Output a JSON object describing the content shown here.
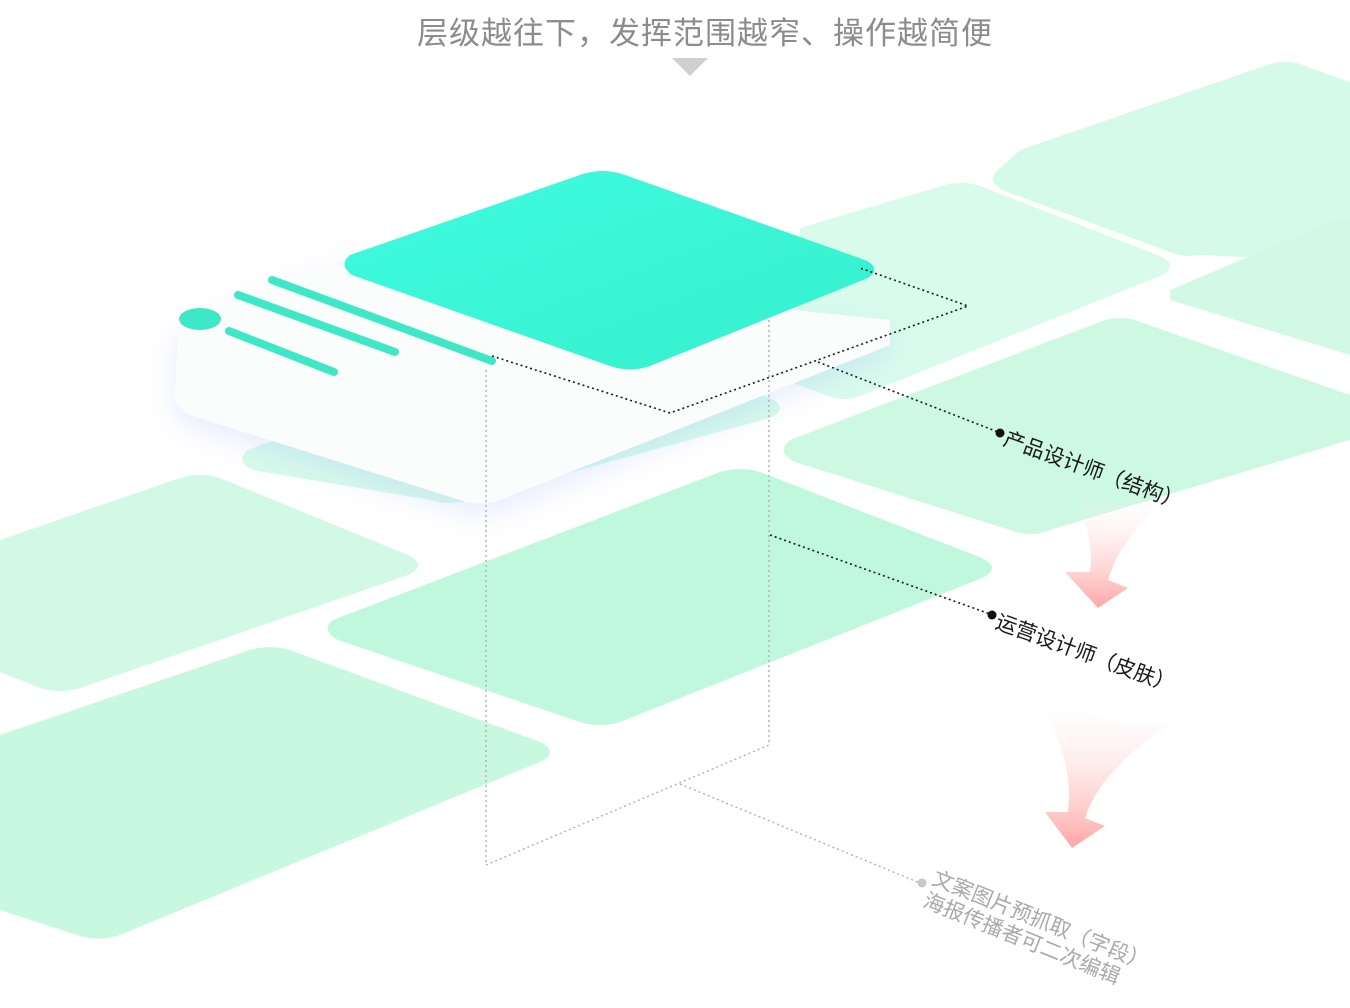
{
  "header": {
    "title": "层级越往下，发挥范围越窄、操作越简便"
  },
  "layers": [
    {
      "label": "产品设计师（结构）"
    },
    {
      "label": "运营设计师（皮肤）"
    },
    {
      "label_lines": [
        "文案图片预抓取（字段）",
        "海报传播者可二次编辑"
      ]
    }
  ],
  "colors": {
    "top_layer": "#3df5d6",
    "tile_light": "#d2f9e6",
    "tile_mid": "#bdf8dc",
    "card_bar": "#3ee8c6",
    "flow_arrow": "#ff9d9d",
    "leader_line": "#1a1a1a",
    "leader_line_faded": "#b5b5b5"
  },
  "icons": {
    "indicator": "down-triangle-icon",
    "flow": "curved-arrow-icon"
  }
}
